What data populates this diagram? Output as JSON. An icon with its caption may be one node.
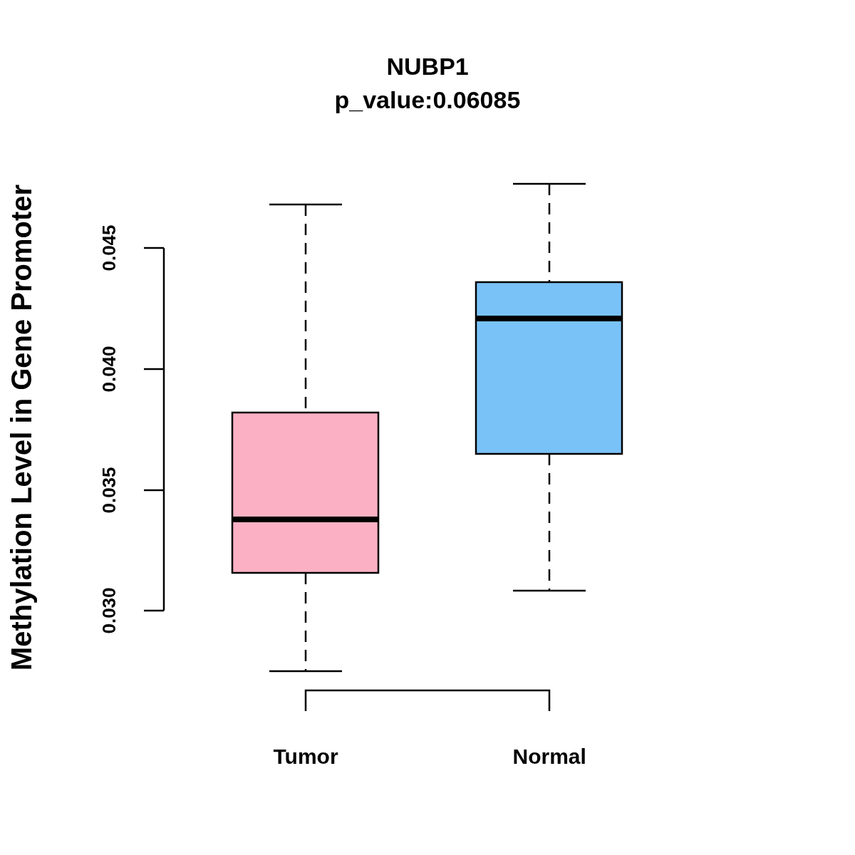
{
  "diagram": {
    "title": "NUBP1",
    "labels": [
      "p_value:0.06085",
      "Methylation Level in Gene Promoter",
      "0.045",
      "0.040",
      "0.035",
      "0.030",
      "Tumor",
      "Normal"
    ]
  }
}
